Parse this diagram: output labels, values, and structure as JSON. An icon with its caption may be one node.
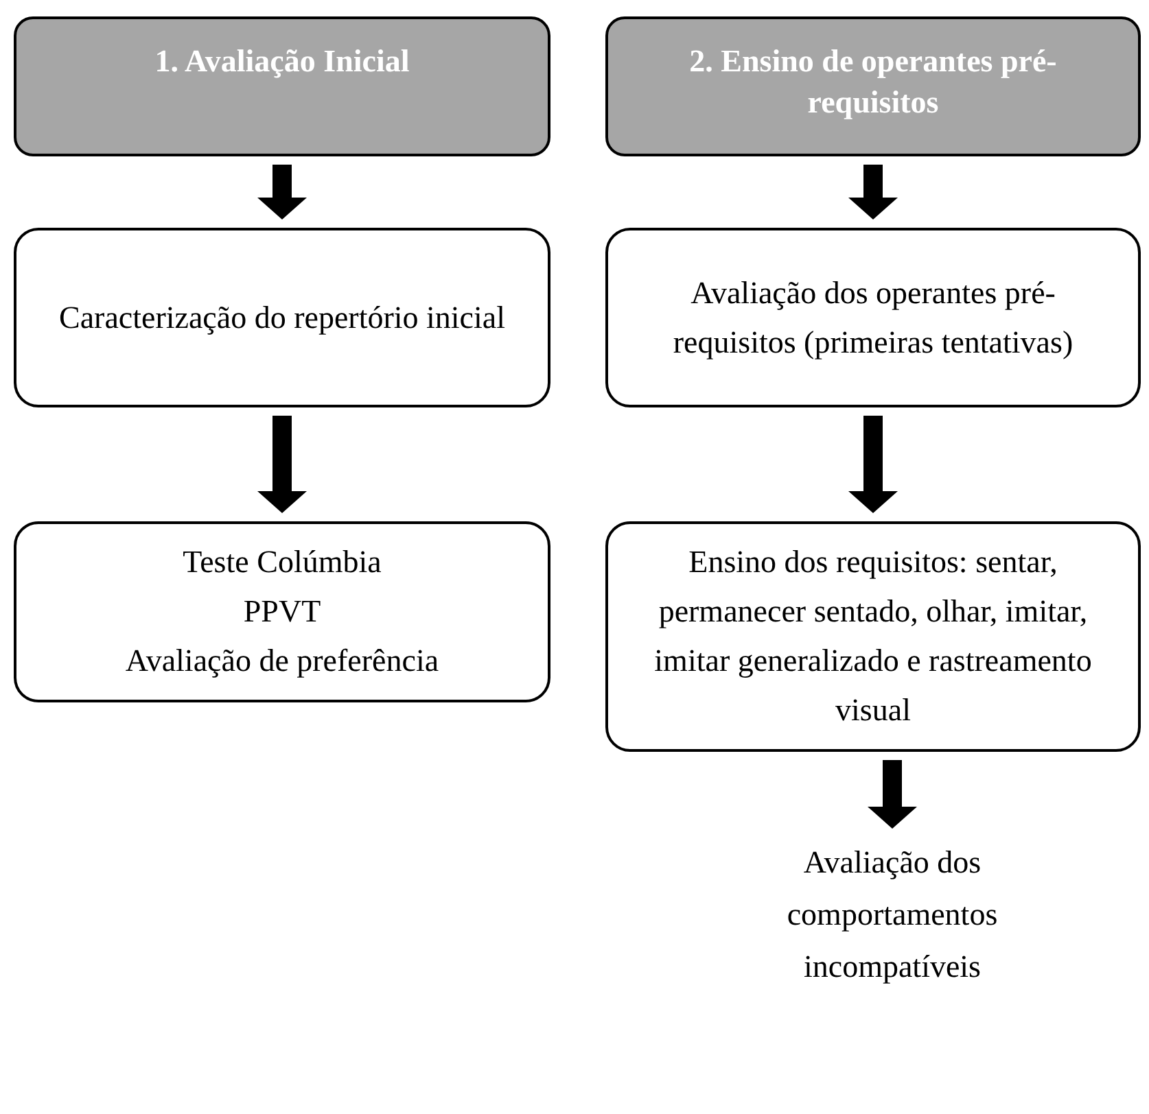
{
  "diagram": {
    "nodes": [
      {
        "text": [
          "1. Avaliação Inicial"
        ]
      },
      {
        "text": [
          "2. Ensino de operantes pré-requisitos"
        ]
      },
      {
        "text": [
          "Caracterização do repertório inicial"
        ]
      },
      {
        "text": [
          "Avaliação dos operantes pré-requisitos (primeiras tentativas)"
        ]
      },
      {
        "text": [
          "Teste Colúmbia",
          "PPVT",
          "Avaliação de preferência"
        ]
      },
      {
        "text": [
          "Ensino dos requisitos: sentar, permanecer sentado, olhar, imitar, imitar generalizado e rastreamento visual"
        ]
      },
      {
        "text": [
          "Avaliação dos comportamentos incompatíveis"
        ]
      }
    ],
    "edges": [
      {
        "from": 0,
        "to": 2,
        "arrow": "to"
      },
      {
        "from": 2,
        "to": 4,
        "arrow": "to"
      },
      {
        "from": 1,
        "to": 3,
        "arrow": "to"
      },
      {
        "from": 3,
        "to": 5,
        "arrow": "to"
      },
      {
        "from": 5,
        "to": 6,
        "arrow": "to"
      }
    ]
  }
}
